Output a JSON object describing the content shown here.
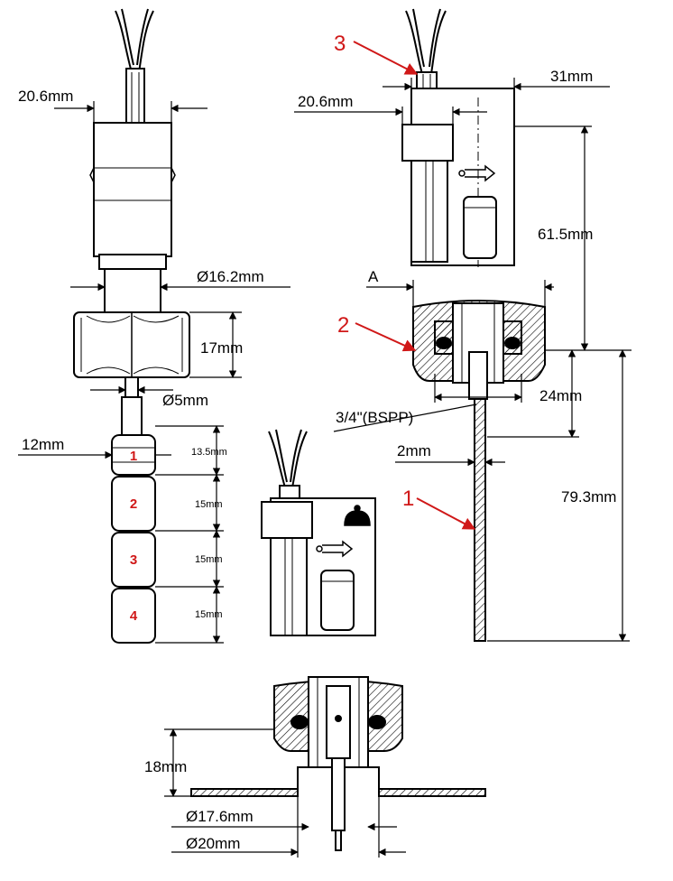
{
  "dimensions": {
    "top_left_width": "20.6mm",
    "top_right_width": "20.6mm",
    "outer_width": "31mm",
    "hex_bore": "Ø16.2mm",
    "hex_height": "17mm",
    "stem_dia": "Ø5mm",
    "segment_width": "12mm",
    "seg1_h": "13.5mm",
    "seg2_h": "15mm",
    "seg3_h": "15mm",
    "seg4_h": "15mm",
    "body_height": "61.5mm",
    "section_label": "A",
    "thread_depth": "24mm",
    "thread_spec": "3/4\"(BSPP)",
    "pin_dia": "2mm",
    "probe_length": "79.3mm",
    "mount_height": "18mm",
    "inner_dia": "Ø17.6mm",
    "outer_dia": "Ø20mm"
  },
  "callouts": {
    "c1": "1",
    "c2": "2",
    "c3": "3"
  },
  "segments": [
    "1",
    "2",
    "3",
    "4"
  ],
  "colors": {
    "line": "#000000",
    "callout": "#d01818"
  }
}
